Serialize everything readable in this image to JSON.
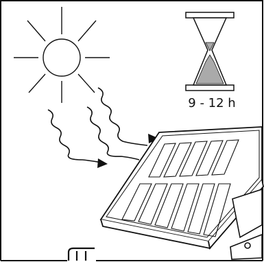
{
  "charge_time": {
    "label": "9 - 12 h"
  },
  "colors": {
    "line": "#111111",
    "background": "#ffffff",
    "sand": "#aaaaaa"
  },
  "icons": [
    "sun-icon",
    "hourglass-icon",
    "sunlight-wave-arrows",
    "solar-panel",
    "mounting-bracket"
  ]
}
